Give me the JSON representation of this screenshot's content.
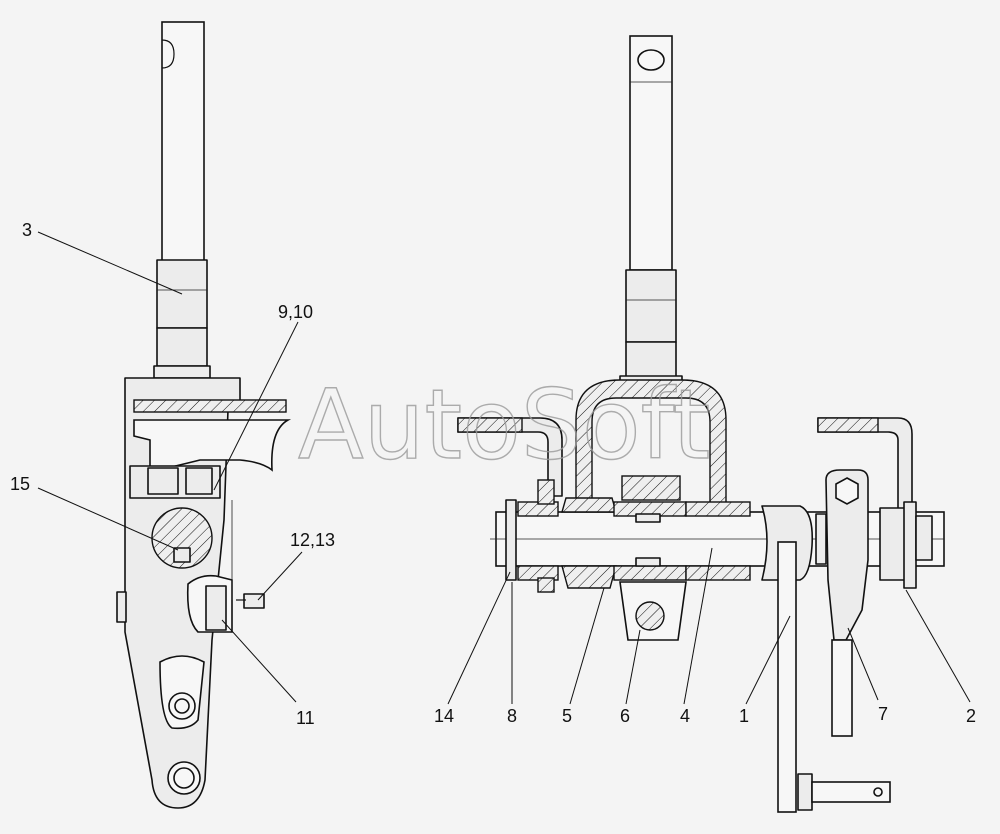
{
  "watermark": "AutoSoft",
  "callouts": {
    "c3": "3",
    "c910": "9,10",
    "c15": "15",
    "c1213": "12,13",
    "c11": "11",
    "c14": "14",
    "c8": "8",
    "c5": "5",
    "c6": "6",
    "c4": "4",
    "c1": "1",
    "c7": "7",
    "c2": "2"
  }
}
